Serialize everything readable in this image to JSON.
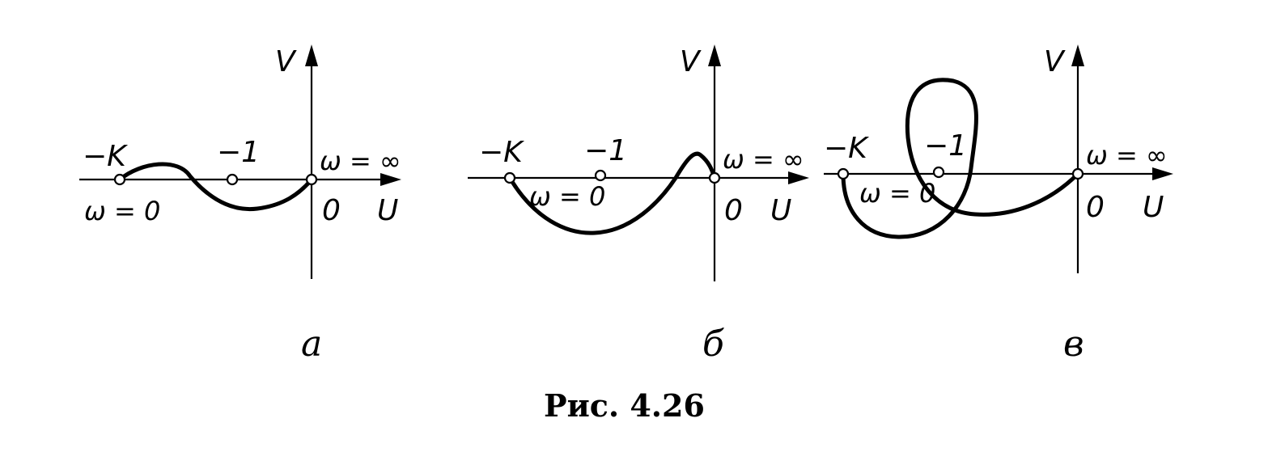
{
  "figure": {
    "caption": "Рис. 4.26",
    "axis_labels": {
      "v": "V",
      "u": "U",
      "origin": "0"
    },
    "panels": [
      {
        "id": "a",
        "letter": "а",
        "label_minus_k": "−K",
        "label_minus_one": "−1",
        "label_omega_zero": "ω = 0",
        "label_omega_inf": "ω = ∞"
      },
      {
        "id": "b",
        "letter": "б",
        "label_minus_k": "−K",
        "label_minus_one": "−1",
        "label_omega_zero": "ω = 0",
        "label_omega_inf": "ω = ∞"
      },
      {
        "id": "c",
        "letter": "в",
        "label_minus_k": "−K",
        "label_minus_one": "−1",
        "label_omega_zero": "ω = 0",
        "label_omega_inf": "ω = ∞"
      }
    ]
  }
}
